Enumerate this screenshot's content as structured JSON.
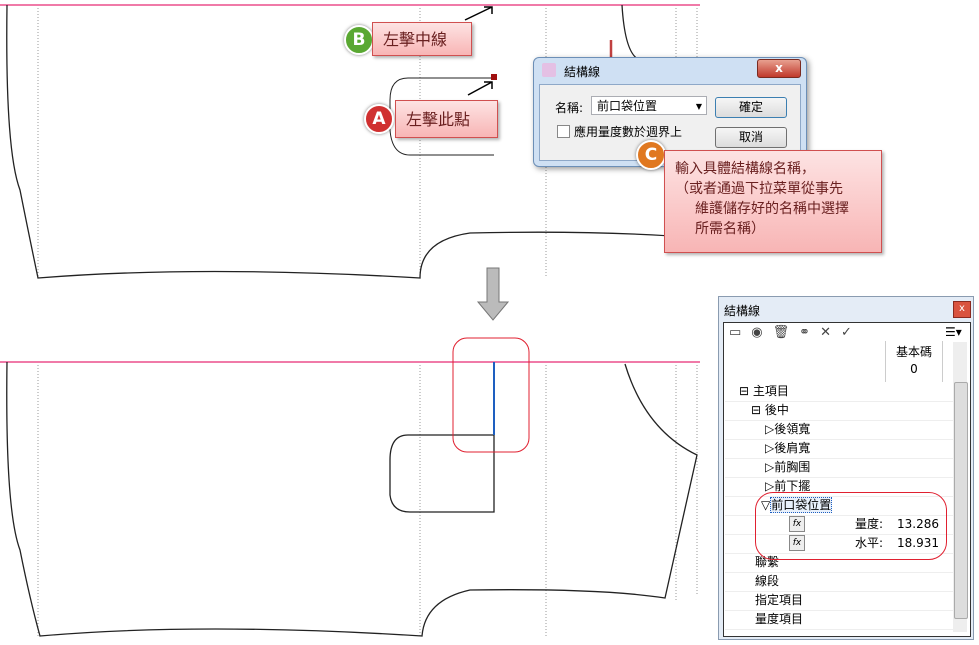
{
  "callouts": {
    "b": {
      "badge": "B",
      "text": "左擊中線"
    },
    "a": {
      "badge": "A",
      "text": "左擊此點"
    },
    "c": {
      "badge": "C",
      "line1": "輸入具體結構線名稱，",
      "line2": "（或者通過下拉菜單從事先",
      "line3": "維護儲存好的名稱中選擇",
      "line4": "所需名稱）"
    }
  },
  "dialog": {
    "title": "結構線",
    "name_label": "名稱:",
    "name_value": "前口袋位置",
    "checkbox_label": "應用量度數於週界上",
    "ok": "確定",
    "cancel": "取消",
    "close": "x"
  },
  "panel": {
    "title": "結構線",
    "close": "x",
    "column_header": "基本碼",
    "column_value": "0",
    "tree": {
      "main": "主項目",
      "back_center": "後中",
      "children": [
        "後領寬",
        "後肩寬",
        "前胸围",
        "前下擺"
      ],
      "selected": "前口袋位置",
      "measure_label": "量度:",
      "measure_value": "13.286",
      "horizontal_label": "水平:",
      "horizontal_value": "18.931",
      "fx": "fx",
      "others": [
        "聯繫",
        "線段",
        "指定項目",
        "量度項目"
      ]
    }
  },
  "colors": {
    "pink": "#f07aa8",
    "blue": "#1e5fc0",
    "red_outline": "#e02030"
  }
}
